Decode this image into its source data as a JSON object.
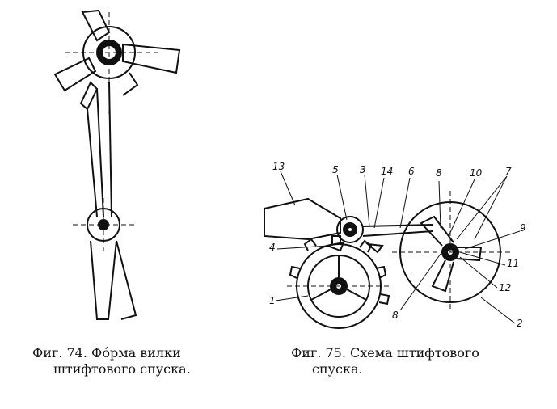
{
  "figure74": {
    "caption_line1": "Фиг.  74. Фо́рма вилки",
    "caption_line2": "штифтового спуска."
  },
  "figure75": {
    "caption_line1": "Фиг. 75. Схема штифтового",
    "caption_line2": "спуска.",
    "labels": {
      "l13": "13",
      "l5": "5",
      "l3": "3",
      "l14": "14",
      "l6": "6",
      "l8a": "8",
      "l10": "10",
      "l7": "7",
      "l9": "9",
      "l4": "4",
      "l11": "11",
      "l12": "12",
      "l1": "1",
      "l8b": "8",
      "l2": "2"
    }
  }
}
